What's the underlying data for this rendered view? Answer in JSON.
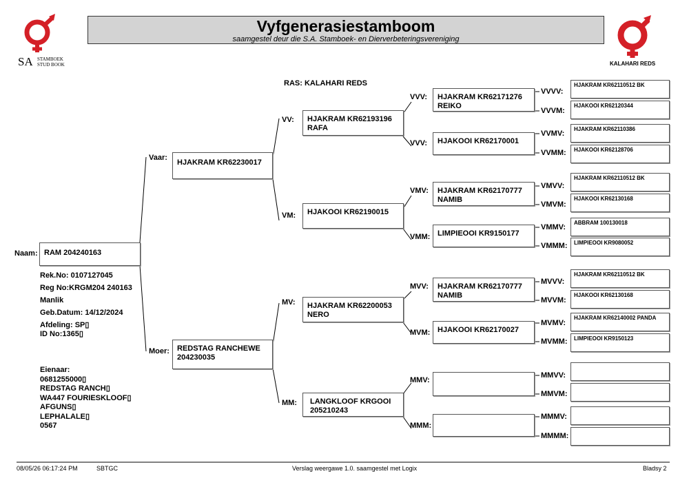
{
  "header": {
    "title": "Vyfgenerasiestamboom",
    "subtitle": "saamgestel deur die S.A. Stamboek- en Dierverbeteringsvereniging",
    "left_logo": {
      "sa": "SA",
      "line1": "STAMBOEK",
      "line2": "STUD BOOK",
      "color": "#d42027"
    },
    "right_logo": {
      "caption": "KALAHARI REDS",
      "color": "#d42027"
    }
  },
  "breed": "RAS: KALAHARI REDS",
  "animal": {
    "label": "Naam:",
    "name": "RAM 204240163",
    "details": [
      "Rek.No: 0107127045",
      "Reg No:KRGM204 240163",
      "Manlik",
      "Geb.Datum: 14/12/2024",
      "Afdeling: SP▯",
      "ID No:1365▯"
    ],
    "owner": [
      "Eienaar:",
      "0681255000▯",
      "REDSTAG RANCH▯",
      "WA447 FOURIESKLOOF▯",
      "AFGUNS▯",
      "LEPHALALE▯",
      "0567"
    ]
  },
  "gen1": [
    {
      "label": "Vaar:",
      "name": "HJAKRAM KR62230017"
    },
    {
      "label": "Moer:",
      "name": "REDSTAG RANCHEWE 204230035"
    }
  ],
  "gen2": [
    {
      "label": "VV:",
      "name": "HJAKRAM KR62193196 RAFA"
    },
    {
      "label": "VM:",
      "name": "HJAKOOI KR62190015"
    },
    {
      "label": "MV:",
      "name": "HJAKRAM KR62200053 NERO"
    },
    {
      "label": "MM:",
      "name": "LANGKLOOF KRGOOI 205210243"
    }
  ],
  "gen3": [
    {
      "label": "VVV:",
      "name": "HJAKRAM KR62171276 REIKO"
    },
    {
      "label": "VVV:",
      "name": "HJAKOOI KR62170001"
    },
    {
      "label": "VMV:",
      "name": "HJAKRAM KR62170777 NAMIB"
    },
    {
      "label": "VMM:",
      "name": "LIMPIEOOI KR9150177"
    },
    {
      "label": "MVV:",
      "name": "HJAKRAM KR62170777 NAMIB"
    },
    {
      "label": "MVM:",
      "name": "HJAKOOI KR62170027"
    },
    {
      "label": "MMV:",
      "name": ""
    },
    {
      "label": "MMM:",
      "name": ""
    }
  ],
  "gen4": [
    {
      "label": "VVVV:",
      "name": "HJAKRAM KR62110512 BK"
    },
    {
      "label": "VVVM:",
      "name": "HJAKOOI KR62120344"
    },
    {
      "label": "VVMV:",
      "name": "HJAKRAM KR62110386"
    },
    {
      "label": "VVMM:",
      "name": "HJAKOOI KR62128706"
    },
    {
      "label": "VMVV:",
      "name": "HJAKRAM KR62110512 BK"
    },
    {
      "label": "VMVM:",
      "name": "HJAKOOI KR62130168"
    },
    {
      "label": "VMMV:",
      "name": "ABBRAM 100130018"
    },
    {
      "label": "VMMM:",
      "name": "LIMPIEOOI KR9080052"
    },
    {
      "label": "MVVV:",
      "name": "HJAKRAM KR62110512 BK"
    },
    {
      "label": "MVVM:",
      "name": "HJAKOOI KR62130168"
    },
    {
      "label": "MVMV:",
      "name": "HJAKRAM KR62140002 PANDA"
    },
    {
      "label": "MVMM:",
      "name": "LIMPIEOOI KR9150123"
    },
    {
      "label": "MMVV:",
      "name": ""
    },
    {
      "label": "MMVM:",
      "name": ""
    },
    {
      "label": "MMMV:",
      "name": ""
    },
    {
      "label": "MMMM:",
      "name": ""
    }
  ],
  "footer": {
    "datetime": "08/05/26 06:17:24 PM",
    "code": "SBTGC",
    "report": "Verslag weergawe 1.0. saamgestel met Logix",
    "page": "Bladsy 2"
  }
}
